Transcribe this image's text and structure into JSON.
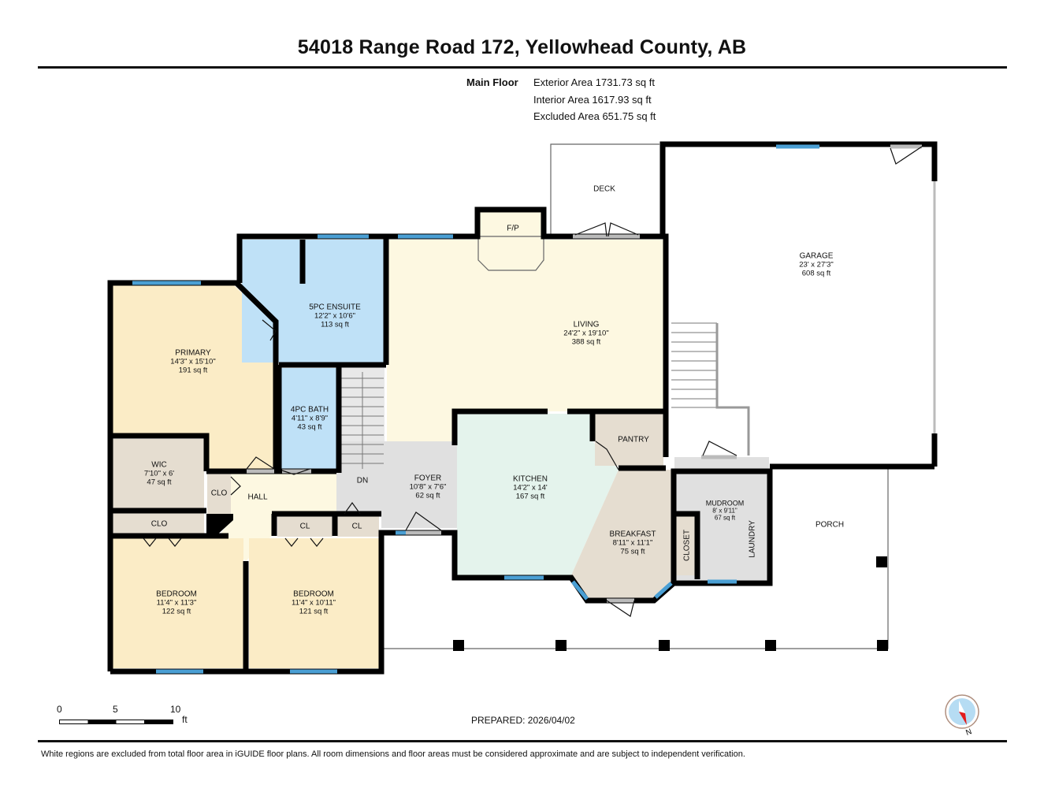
{
  "header": {
    "title": "54018 Range Road 172, Yellowhead County, AB"
  },
  "areas": {
    "floor_label": "Main Floor",
    "exterior": "Exterior Area 1731.73 sq ft",
    "interior": "Interior Area 1617.93 sq ft",
    "excluded": "Excluded Area 651.75 sq ft"
  },
  "rooms": {
    "ensuite": {
      "name": "5PC ENSUITE",
      "dims": "12'2\" x 10'6\"",
      "area": "113 sq ft"
    },
    "primary": {
      "name": "PRIMARY",
      "dims": "14'3\" x 15'10\"",
      "area": "191 sq ft"
    },
    "bath4": {
      "name": "4PC BATH",
      "dims": "4'11\" x 8'9\"",
      "area": "43 sq ft"
    },
    "wic": {
      "name": "WIC",
      "dims": "7'10\" x 6'",
      "area": "47 sq ft"
    },
    "living": {
      "name": "LIVING",
      "dims": "24'2\" x 19'10\"",
      "area": "388 sq ft"
    },
    "garage": {
      "name": "GARAGE",
      "dims": "23' x 27'3\"",
      "area": "608 sq ft"
    },
    "foyer": {
      "name": "FOYER",
      "dims": "10'8\" x 7'6\"",
      "area": "62 sq ft"
    },
    "kitchen": {
      "name": "KITCHEN",
      "dims": "14'2\" x 14'",
      "area": "167 sq ft"
    },
    "breakfast": {
      "name": "BREAKFAST",
      "dims": "8'11\" x 11'1\"",
      "area": "75 sq ft"
    },
    "mudroom": {
      "name": "MUDROOM",
      "dims": "8' x 9'11\"",
      "area": "67 sq ft"
    },
    "bedroom1": {
      "name": "BEDROOM",
      "dims": "11'4\" x 11'3\"",
      "area": "122 sq ft"
    },
    "bedroom2": {
      "name": "BEDROOM",
      "dims": "11'4\" x 10'11\"",
      "area": "121 sq ft"
    }
  },
  "labels": {
    "deck": "DECK",
    "fp": "F/P",
    "pantry": "PANTRY",
    "clo_hall": "CLO",
    "clo_wic": "CLO",
    "cl1": "CL",
    "cl2": "CL",
    "hall": "HALL",
    "dn": "DN",
    "closet": "CLOSET",
    "laundry": "LAUNDRY",
    "porch": "PORCH"
  },
  "scale": {
    "t0": "0",
    "t5": "5",
    "t10": "10",
    "unit": "ft"
  },
  "footer": {
    "prepared": "PREPARED: 2026/04/02",
    "disclaimer": "White regions are excluded from total floor area in iGUIDE floor plans. All room dimensions and floor areas must be considered approximate and are subject to independent verification.",
    "compass_label": "N"
  },
  "colors": {
    "bedroom": "#fbecc6",
    "living": "#fdf8e1",
    "bath": "#bfe1f7",
    "closet": "#e5ddd0",
    "kitchen": "#e4f3ec",
    "foyer": "#e0e0e0",
    "window": "#4a9fd4",
    "wall": "#000000"
  }
}
